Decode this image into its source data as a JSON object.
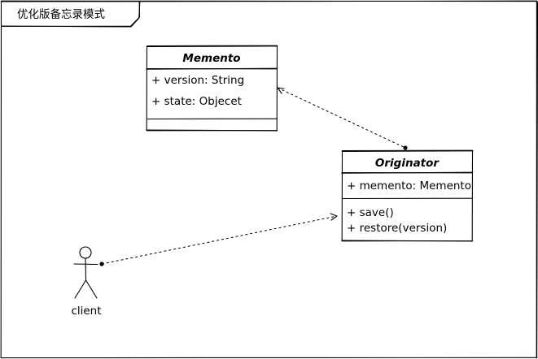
{
  "frame": {
    "title": "优化版备忘录模式"
  },
  "memento": {
    "name": "Memento",
    "attributes": [
      "+ version: String",
      "+ state: Objecet"
    ]
  },
  "originator": {
    "name": "Originator",
    "attributes": [
      "+ memento: Memento"
    ],
    "methods": [
      "+ save()",
      "+ restore(version)"
    ]
  },
  "client": {
    "label": "client"
  }
}
